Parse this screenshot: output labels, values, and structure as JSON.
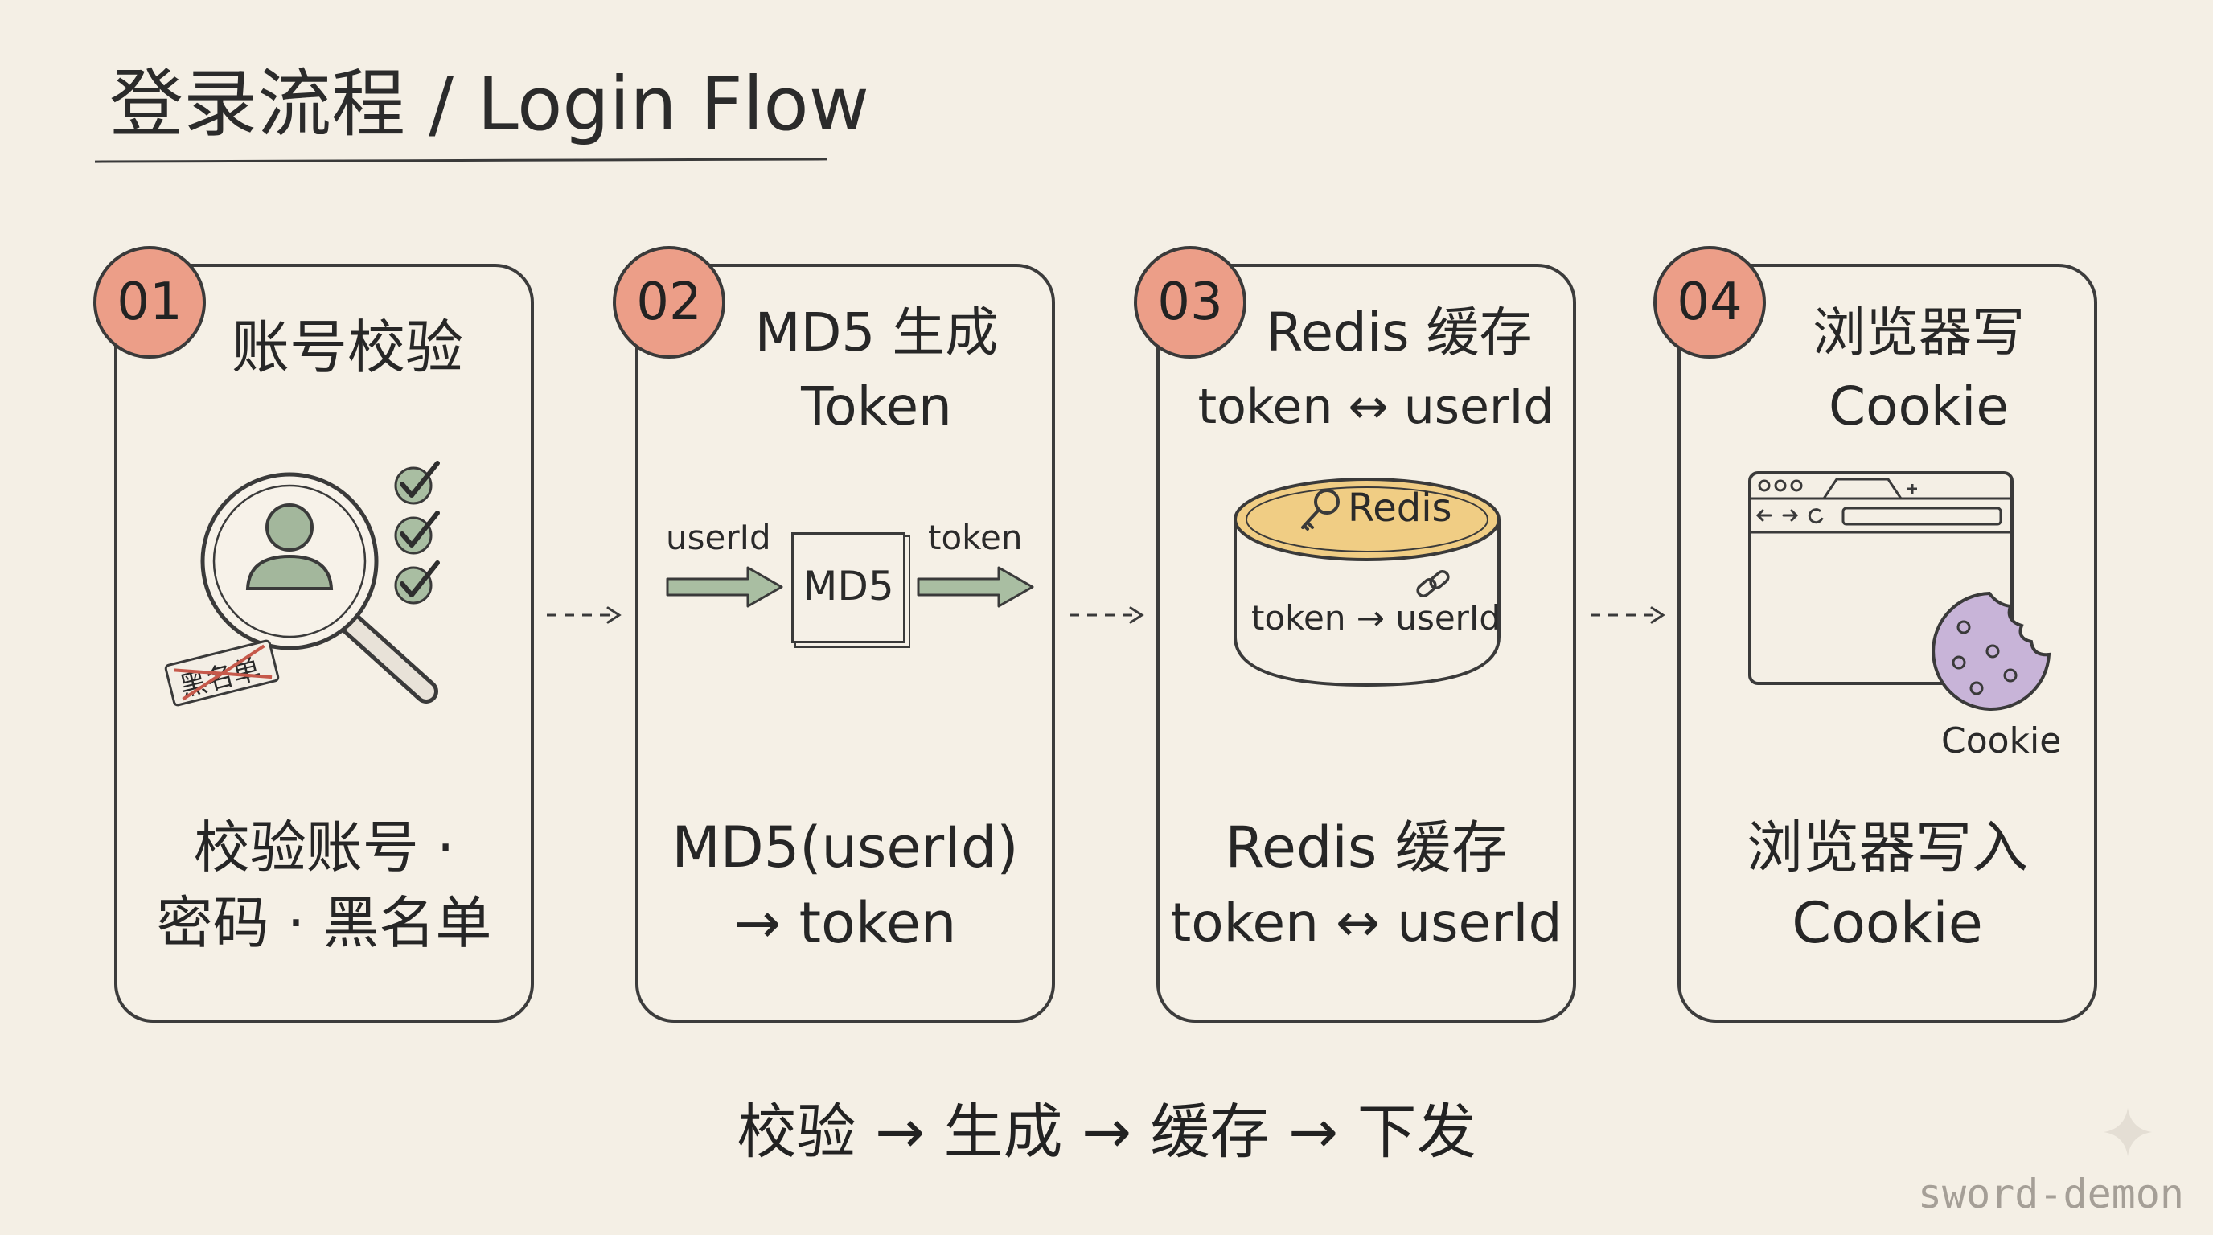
{
  "title": "登录流程 / Login Flow",
  "steps": [
    {
      "number": "01",
      "heading_line1": "账号校验",
      "caption_line1": "校验账号 ·",
      "caption_line2": "密码 · 黑名单",
      "illustration": {
        "icon": "magnifier-user-icon",
        "stamp_text": "黑名单",
        "check_count": 3
      }
    },
    {
      "number": "02",
      "heading_line1": "MD5 生成",
      "heading_line2": "Token",
      "caption_line1": "MD5(userId)",
      "caption_line2": "→ token",
      "illustration": {
        "input_label": "userId",
        "box_label": "MD5",
        "output_label": "token"
      }
    },
    {
      "number": "03",
      "heading_line1": "Redis 缓存",
      "heading_line2": "token ↔ userId",
      "caption_line1": "Redis 缓存",
      "caption_line2": "token ↔ userId",
      "illustration": {
        "db_label": "Redis",
        "mapping_label": "token → userId"
      }
    },
    {
      "number": "04",
      "heading_line1": "浏览器写",
      "heading_line2": "Cookie",
      "caption_line1": "浏览器写入",
      "caption_line2": "Cookie",
      "illustration": {
        "cookie_label": "Cookie"
      }
    }
  ],
  "footer": "校验 → 生成 → 缓存 → 下发",
  "watermark": "sword-demon",
  "colors": {
    "background": "#f4efe5",
    "badge": "#ec9e88",
    "check": "#9cb496",
    "arrow": "#a9bea2",
    "redis_top": "#f0cd84",
    "cookie": "#c8b4d8",
    "stroke": "#3a3a3a"
  }
}
